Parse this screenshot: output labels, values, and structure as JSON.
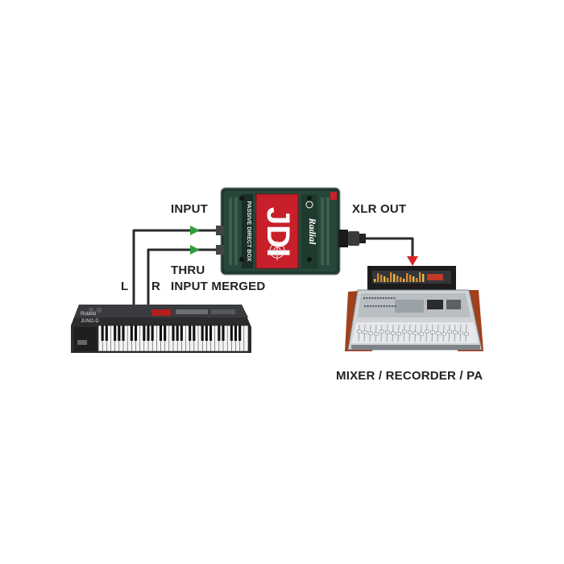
{
  "labels": {
    "input": "INPUT",
    "xlr_out": "XLR OUT",
    "thru": "THRU",
    "input_merged": "INPUT MERGED",
    "left": "L",
    "right": "R",
    "mixer": "MIXER / RECORDER / PA"
  },
  "device": {
    "brand": "Radial",
    "model": "JDI",
    "subtitle": "PASSIVE DIRECT BOX"
  },
  "keyboard": {
    "brand": "Roland",
    "model": "JUNO-D"
  },
  "colors": {
    "cable": "#2b2b2b",
    "input_arrow": "#2e9e3a",
    "output_arrow": "#d8232a",
    "box_body": "#26473a",
    "box_accent": "#c8202a",
    "mixer_wood": "#a0401c",
    "mixer_panel": "#cfd3d6"
  }
}
